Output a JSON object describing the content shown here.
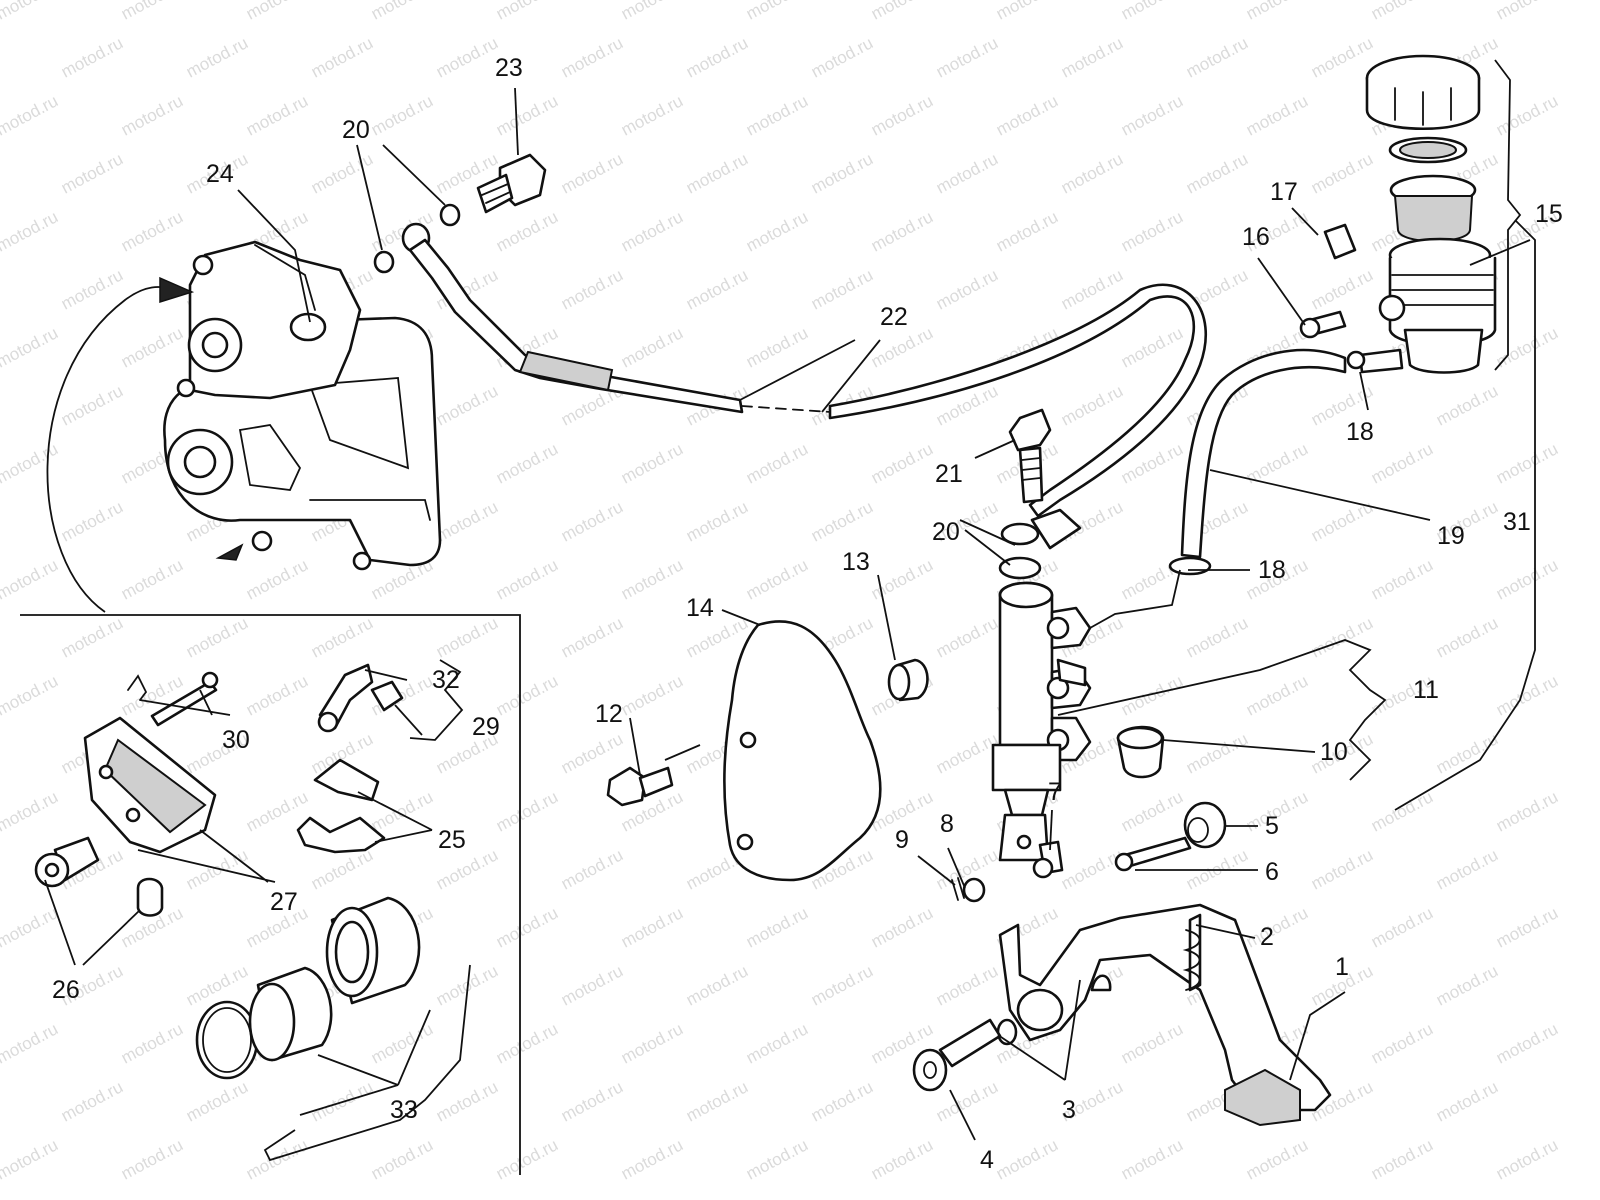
{
  "watermark": "motod.ru",
  "callouts": [
    {
      "id": "c1",
      "text": "1"
    },
    {
      "id": "c2",
      "text": "2"
    },
    {
      "id": "c3",
      "text": "3"
    },
    {
      "id": "c4",
      "text": "4"
    },
    {
      "id": "c5",
      "text": "5"
    },
    {
      "id": "c6",
      "text": "6"
    },
    {
      "id": "c7",
      "text": "7"
    },
    {
      "id": "c8",
      "text": "8"
    },
    {
      "id": "c9",
      "text": "9"
    },
    {
      "id": "c10",
      "text": "10"
    },
    {
      "id": "c11",
      "text": "11"
    },
    {
      "id": "c12",
      "text": "12"
    },
    {
      "id": "c13",
      "text": "13"
    },
    {
      "id": "c14",
      "text": "14"
    },
    {
      "id": "c15",
      "text": "15"
    },
    {
      "id": "c16",
      "text": "16"
    },
    {
      "id": "c17",
      "text": "17"
    },
    {
      "id": "c18a",
      "text": "18"
    },
    {
      "id": "c18b",
      "text": "18"
    },
    {
      "id": "c19",
      "text": "19"
    },
    {
      "id": "c20a",
      "text": "20"
    },
    {
      "id": "c20b",
      "text": "20"
    },
    {
      "id": "c21",
      "text": "21"
    },
    {
      "id": "c22",
      "text": "22"
    },
    {
      "id": "c23",
      "text": "23"
    },
    {
      "id": "c24",
      "text": "24"
    },
    {
      "id": "c25",
      "text": "25"
    },
    {
      "id": "c26",
      "text": "26"
    },
    {
      "id": "c27",
      "text": "27"
    },
    {
      "id": "c29",
      "text": "29"
    },
    {
      "id": "c30",
      "text": "30"
    },
    {
      "id": "c31",
      "text": "31"
    },
    {
      "id": "c32",
      "text": "32"
    },
    {
      "id": "c33",
      "text": "33"
    }
  ]
}
